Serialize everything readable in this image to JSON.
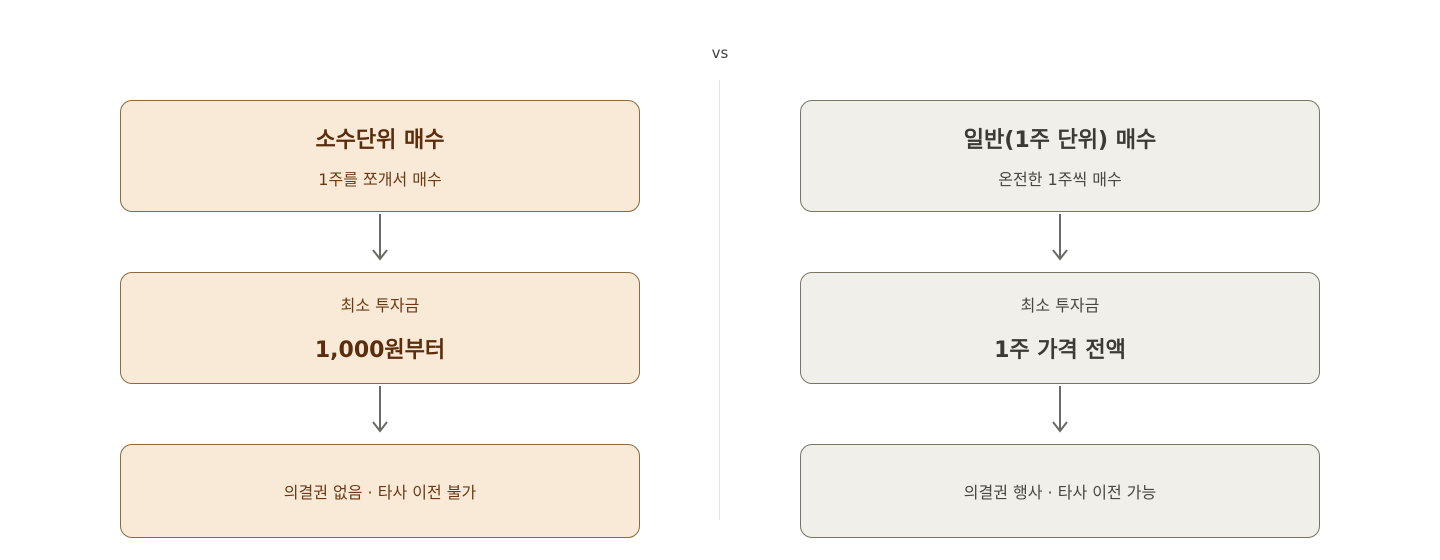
{
  "vs_label": "vs",
  "colors": {
    "left_fill": "#f9ead8",
    "left_border": "#8a6a3e",
    "left_text": "#5c2d0c",
    "right_fill": "#f1efe9",
    "right_border": "#7a7465",
    "right_text": "#3c3a35",
    "arrow": "#6b6b63"
  },
  "left": {
    "title": "소수단위 매수",
    "subtitle": "1주를 쪼개서 매수",
    "min_label": "최소 투자금",
    "min_value": "1,000원부터",
    "footer": "의결권 없음 · 타사 이전 불가"
  },
  "right": {
    "title": "일반(1주 단위) 매수",
    "subtitle": "온전한 1주씩 매수",
    "min_label": "최소 투자금",
    "min_value": "1주 가격 전액",
    "footer": "의결권 행사 · 타사 이전 가능"
  }
}
